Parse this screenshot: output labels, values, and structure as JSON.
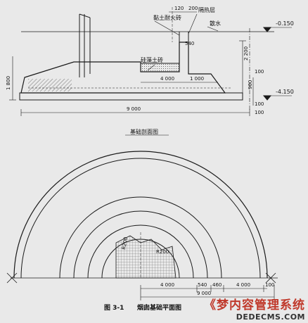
{
  "section_view": {
    "title": "基础剖面图",
    "callouts": {
      "refractory_brick": "黏土耐火砖",
      "insulation_layer": "隔热层",
      "apron": "散水",
      "solid_clay_brick": "硅藻土砖"
    },
    "levels": {
      "upper": "-0.150",
      "lower": "-4.150"
    },
    "dims": {
      "d120": "120",
      "d200": "200",
      "d540": "540",
      "d2200": "2 200",
      "d1800": "1 800",
      "d4000": "4 000",
      "d1000": "1 000",
      "d9000": "9 000",
      "d100a": "100",
      "d900": "900",
      "d100b": "100",
      "d100c": "100"
    }
  },
  "plan_view": {
    "title": "烟囱基础平面图",
    "radius_inner": "R200",
    "radius_outer": "R200",
    "dims": {
      "d4000a": "4 000",
      "d540": "540",
      "d460": "460",
      "d4000b": "4 000",
      "d100": "100",
      "d9000": "9 000"
    }
  },
  "figure_number": "图 3-1",
  "figure_caption": "烟囱基础平面图",
  "watermark": {
    "cn": "《梦内容管理系统",
    "url": "DEDECMS.COM"
  },
  "colors": {
    "paper": "#e9e9e9",
    "line": "#1a1a1a",
    "hatch": "#555555",
    "watermark_red": "#c0392b"
  }
}
